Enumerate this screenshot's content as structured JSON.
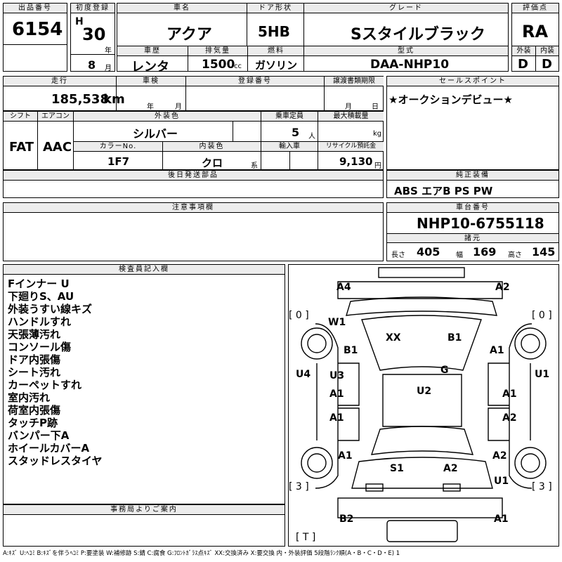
{
  "header": {
    "lot_label": "出品番号",
    "lot_no": "6154",
    "first_reg_label": "初度登録",
    "era": "H",
    "year": "30",
    "year_unit": "年",
    "month": "8",
    "month_unit": "月",
    "car_name_label": "車名",
    "car_name": "アクア",
    "door_label": "ドア形状",
    "door": "5HB",
    "grade_label": "グレード",
    "grade": "Sスタイルブラック",
    "score_label": "評価点",
    "score": "RA",
    "history_label": "車歴",
    "history": "レンタ",
    "displacement_label": "排気量",
    "displacement": "1500",
    "cc": "cc",
    "fuel_label": "燃料",
    "fuel": "ガソリン",
    "model_label": "型式",
    "model": "DAA-NHP10",
    "ext_label": "外装",
    "ext": "D",
    "int_label": "内装",
    "int": "D"
  },
  "row2": {
    "mileage_label": "走行",
    "mileage": "185,538",
    "km": "km",
    "inspection_label": "車検",
    "insp_year": "年",
    "insp_month": "月",
    "regno_label": "登録番号",
    "transfer_label": "譲渡書類期限",
    "tr_month": "月",
    "tr_day": "日",
    "sales_label": "セールスポイント",
    "sales": "★オークションデビュー★"
  },
  "row3": {
    "shift_label": "シフト",
    "shift": "FAT",
    "ac_label": "エアコン",
    "ac": "AAC",
    "color_label": "外装色",
    "color": "シルバー",
    "seats_label": "乗車定員",
    "seats": "5",
    "seats_unit": "人",
    "load_label": "最大積載量",
    "load_unit": "kg",
    "colorno_label": "カラーNo.",
    "colorno": "1F7",
    "interior_label": "内装色",
    "interior": "クロ",
    "interior_unit": "系",
    "import_label": "輸入車",
    "recycle_label": "リサイクル預託金",
    "recycle": "9,130",
    "recycle_unit": "円"
  },
  "later_parts_label": "後日発送部品",
  "equipment_label": "純正装備",
  "equipment": "ABS エアB PS PW",
  "caution_label": "注意事項欄",
  "chassis_label": "車台番号",
  "chassis": "NHP10-6755118",
  "dims_label": "諸元",
  "length_label": "長さ",
  "length": "405",
  "width_label": "幅",
  "width": "169",
  "height_label": "高さ",
  "height": "145",
  "inspector_label": "検査員記入欄",
  "inspector_notes": [
    "Fインナー U",
    "下廻りS、AU",
    "外装うすい線キズ",
    "ハンドルすれ",
    "天張薄汚れ",
    "コンソール傷",
    "ドア内張傷",
    "シート汚れ",
    "カーペットすれ",
    "室内汚れ",
    "荷室内張傷",
    "タッチP跡",
    "バンパー下A",
    "ホイールカバーA",
    "スタッドレスタイヤ"
  ],
  "office_label": "事務局よりご案内",
  "legend": "A:ｷｽﾞ U:ﾍｺﾐ B:ｷｽﾞを伴うﾍｺﾐ P:要塗装 W:補修跡 S:錆 C:腐食 G:ﾌﾛﾝﾄｶﾞﾗｽ点ｷｽﾞ XX:交換済み X:要交換 内・外装評価 5段階ﾗﾝｸ順(A・B・C・D・E) 1",
  "diagram": {
    "A4": "A4",
    "A2": "A2",
    "W1": "W1",
    "XX": "XX",
    "B1a": "B1",
    "B1b": "B1",
    "A1a": "A1",
    "G": "G",
    "U4": "U4",
    "U1a": "U1",
    "U3": "U3",
    "A1b": "A1",
    "U2": "U2",
    "A1c": "A1",
    "A1d": "A1",
    "A2b": "A2",
    "A1e": "A1",
    "S1": "S1",
    "A2c": "A2",
    "A2d": "A2",
    "U1b": "U1",
    "B2": "B2",
    "A1f": "A1",
    "left_bracket": "[ 0 ]",
    "right_bracket": "[ 0 ]",
    "left_bottom": "[ 3 ]",
    "right_bottom": "[ 3 ]",
    "tail": "[ T ]"
  }
}
